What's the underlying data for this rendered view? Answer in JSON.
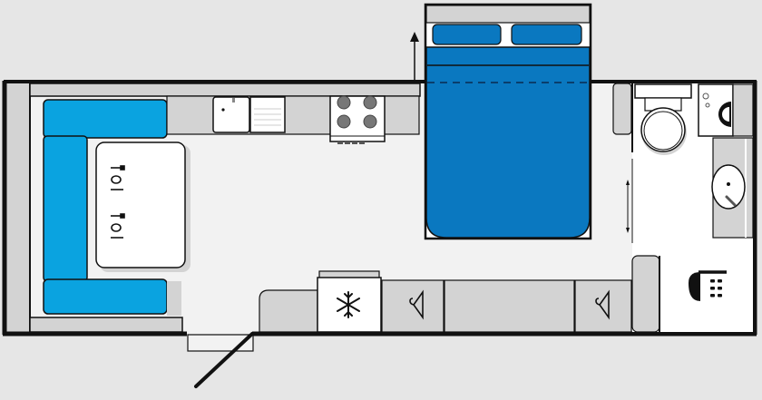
{
  "diagram": {
    "type": "caravan-floor-plan",
    "colors": {
      "background": "#e6e6e6",
      "floor": "#f2f2f2",
      "cabinet": "#d3d3d3",
      "outline": "#111111",
      "seat_blue": "#0aa3e0",
      "bed_blue": "#0a78c0",
      "white": "#ffffff"
    },
    "zones": [
      {
        "id": "dinette",
        "label": "U-shaped dinette with table",
        "icon": "cutlery-icon",
        "place_settings": 2
      },
      {
        "id": "kitchen",
        "label": "Kitchen with sink, drainer and 4-burner hob",
        "burners": 4
      },
      {
        "id": "bedroom",
        "label": "Island double bed with 2 pillows"
      },
      {
        "id": "bathroom",
        "label": "Washroom with toilet, basin, washing machine and shower",
        "icons": [
          "toilet-icon",
          "basin-icon",
          "washing-machine-icon",
          "shower-icon"
        ]
      },
      {
        "id": "storage",
        "label": "Fridge and wardrobes",
        "icons": [
          "snowflake-icon",
          "hanger-icon",
          "hanger-icon"
        ]
      },
      {
        "id": "entrance",
        "label": "Entry door with step"
      }
    ]
  }
}
